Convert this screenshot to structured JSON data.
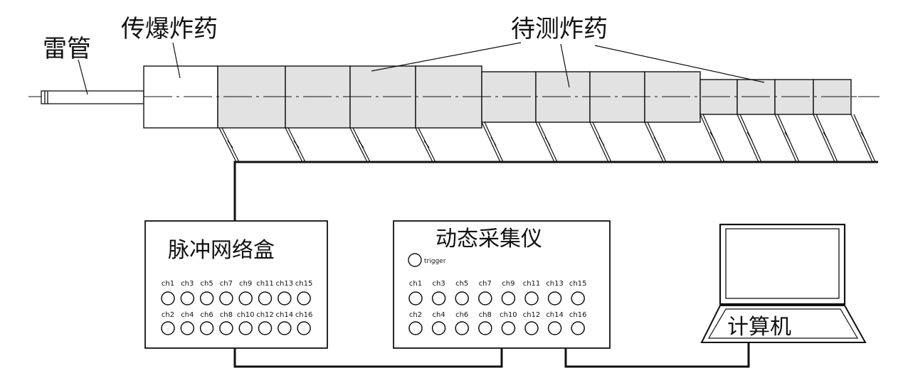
{
  "labels": {
    "detonator": "雷管",
    "booster": "传爆炸药",
    "test_explosive": "待测炸药",
    "pulse_box": "脉冲网络盒",
    "daq": "动态采集仪",
    "computer": "计算机",
    "trigger": "trigger"
  },
  "channels": {
    "top": [
      "ch1",
      "ch3",
      "ch5",
      "ch7",
      "ch9",
      "ch11",
      "ch13",
      "ch15"
    ],
    "bottom": [
      "ch2",
      "ch4",
      "ch6",
      "ch8",
      "ch10",
      "ch12",
      "ch14",
      "ch16"
    ]
  },
  "colors": {
    "line": "#111111",
    "segment_fill": "#e2e2e2",
    "background": "#ffffff"
  }
}
